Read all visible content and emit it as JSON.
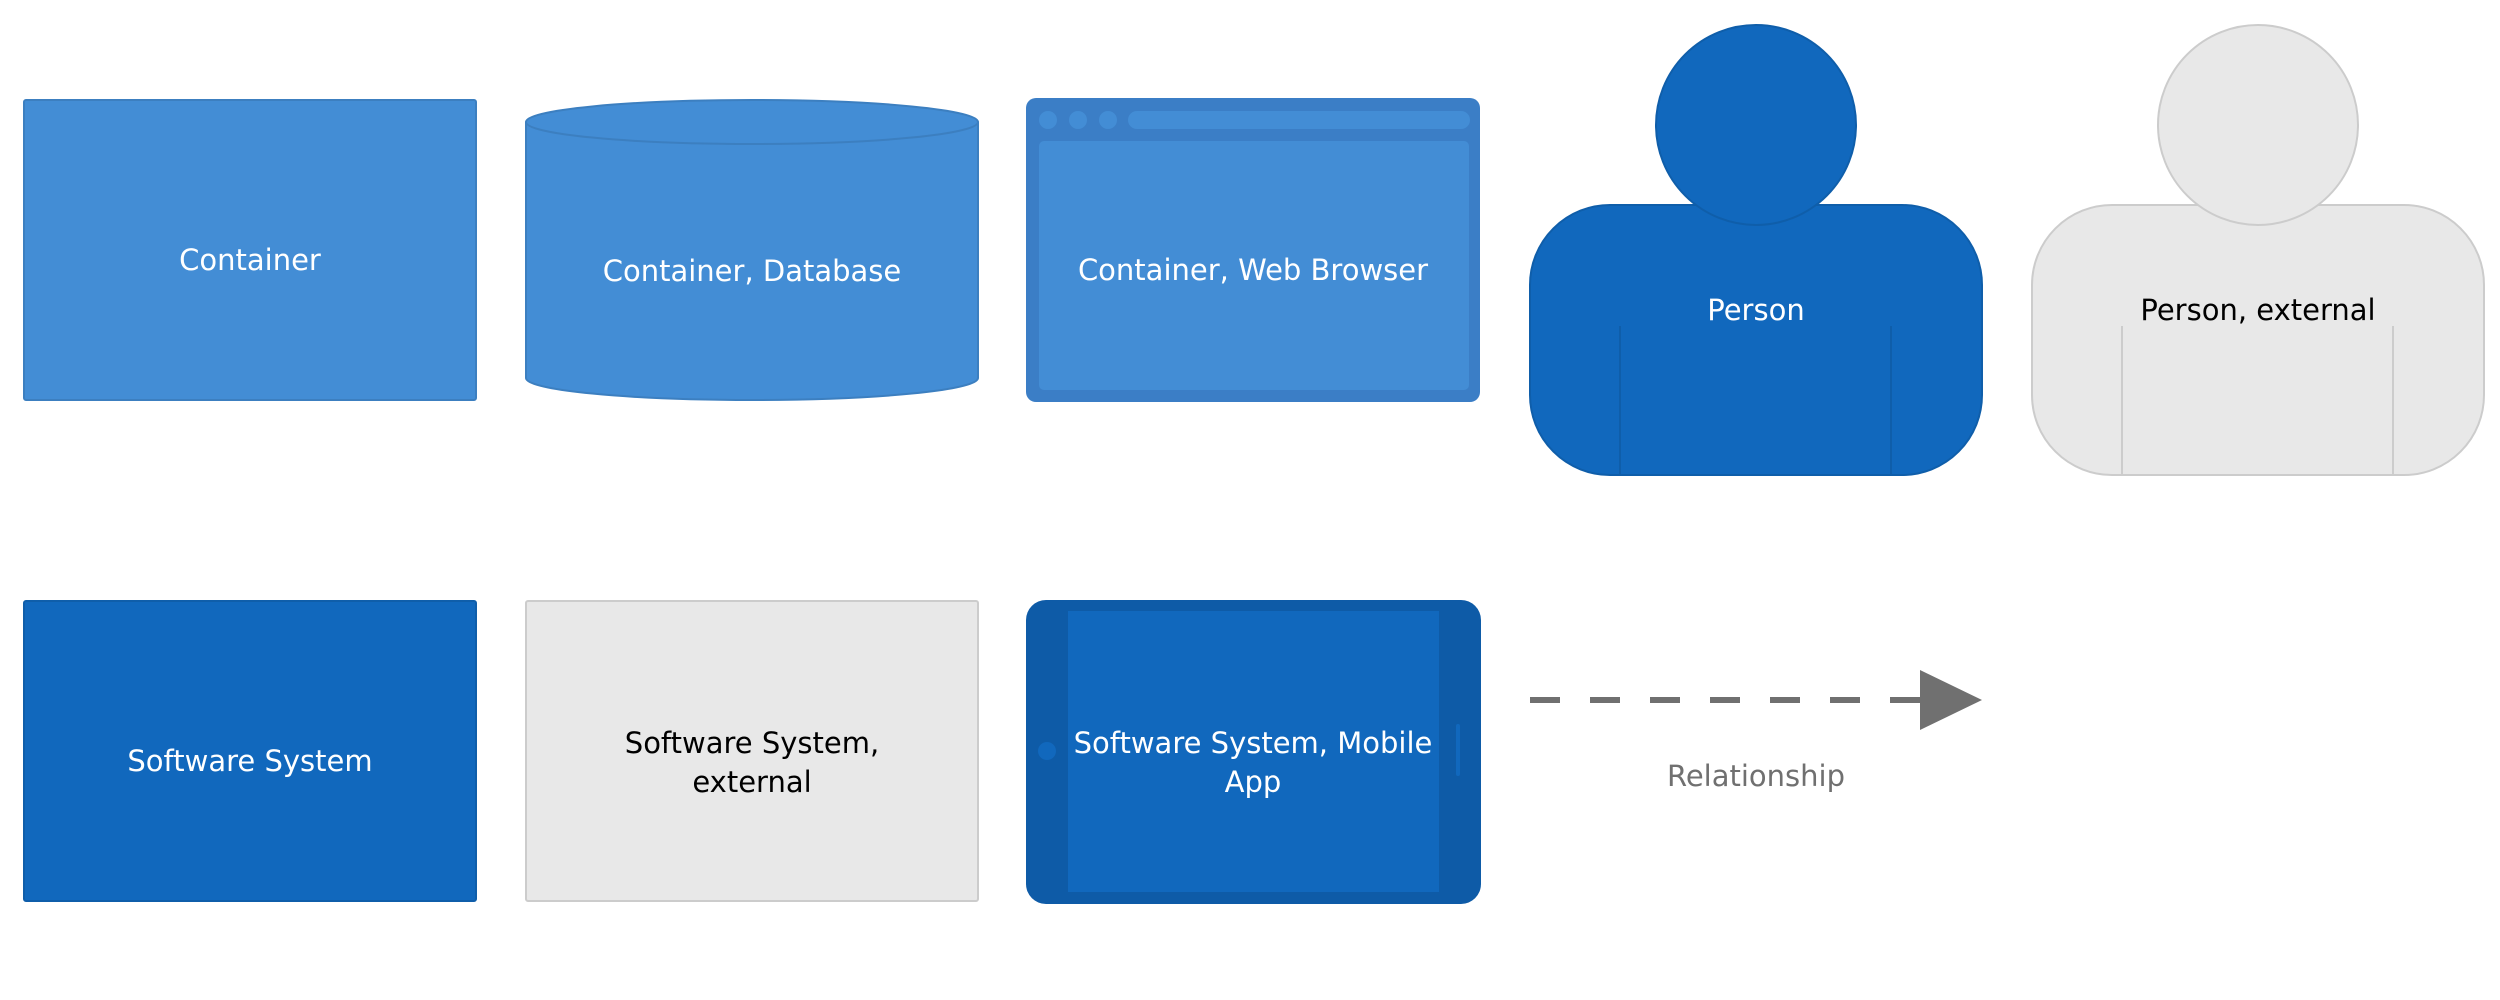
{
  "colors": {
    "container": "#438dd5",
    "container_border": "#3c7fc0",
    "browser_frame": "#3b7ec6",
    "person": "#1168bd",
    "person_border": "#0f5eaa",
    "software_system": "#1168bd",
    "mobile_frame": "#0e5ba7",
    "external_fill": "#e8e8e8",
    "external_border": "#cccccc",
    "arrow": "#707070",
    "text_light": "#ffffff",
    "text_dark": "#000000",
    "text_muted": "#707070"
  },
  "labels": {
    "container": "Container",
    "container_database": "Container, Database",
    "container_web_browser": "Container, Web Browser",
    "person": "Person",
    "person_external": "Person, external",
    "software_system": "Software System",
    "software_system_external_line1": "Software System,",
    "software_system_external_line2": "external",
    "software_system_mobile_line1": "Software System, Mobile",
    "software_system_mobile_line2": "App",
    "relationship": "Relationship"
  }
}
